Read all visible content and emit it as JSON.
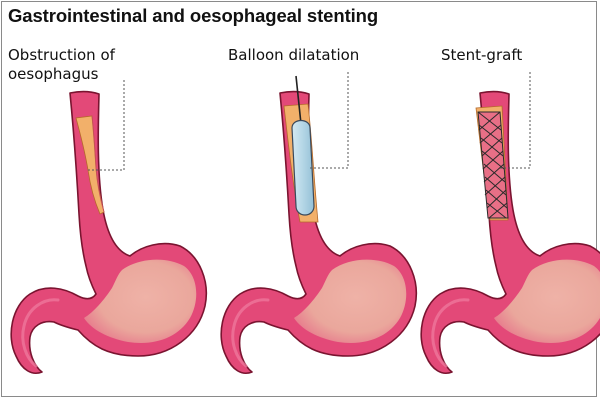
{
  "title": "Gastrointestinal and oesophageal stenting",
  "panels": [
    {
      "label_lines": [
        "Obstruction of",
        "oesophagus"
      ]
    },
    {
      "label_lines": [
        "Balloon dilatation"
      ]
    },
    {
      "label_lines": [
        "Stent-graft"
      ]
    }
  ],
  "colors": {
    "tissue": "#e34978",
    "tissue_edge": "#7a1430",
    "lumen": "#eaa79c",
    "obstruction": "#f2b06a",
    "balloon": "#b4d6e6",
    "stent_mesh": "#2a2a2a",
    "leader_line": "#555555"
  }
}
